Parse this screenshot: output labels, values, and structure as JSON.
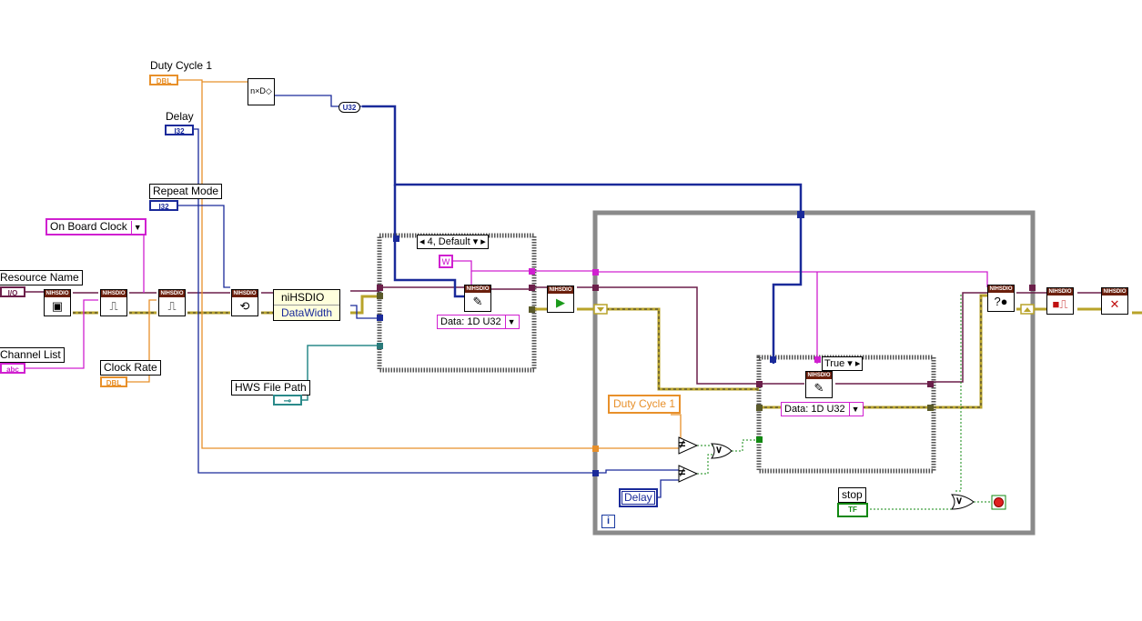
{
  "labels": {
    "duty_cycle_1": "Duty Cycle 1",
    "delay": "Delay",
    "repeat_mode": "Repeat Mode",
    "resource_name": "Resource Name",
    "channel_list": "Channel List",
    "clock_rate": "Clock Rate",
    "hws_file_path": "HWS File Path",
    "duty_cycle_1_local": "Duty Cycle 1",
    "delay_local": "Delay",
    "stop": "stop"
  },
  "types": {
    "dbl": "DBL",
    "i32": "I32",
    "io": "I/O",
    "abc": "abc",
    "u32": "U32",
    "tf": "TF",
    "w": "w",
    "iteration": "i"
  },
  "rings": {
    "clock_source": "On Board Clock"
  },
  "case_structures": {
    "first_selector": "4, Default",
    "second_selector": "True"
  },
  "property_node": {
    "class": "niHSDIO",
    "property": "DataWidth"
  },
  "polymorphic": {
    "first": "Data: 1D U32",
    "second": "Data: 1D U32"
  },
  "vi_header": "NIHSDIO",
  "operators": {
    "not_equal": "≠",
    "or": "∨",
    "question": "?"
  },
  "colors": {
    "error_wire": "#b8a32a",
    "i32_wire": "#1a2a9a",
    "dbl_wire": "#e8902a",
    "string_wire": "#d020d0",
    "task_wire": "#6b1f4a",
    "bool_wire": "#118811",
    "path_wire": "#2a8a8a",
    "structure_gray": "#808080"
  }
}
